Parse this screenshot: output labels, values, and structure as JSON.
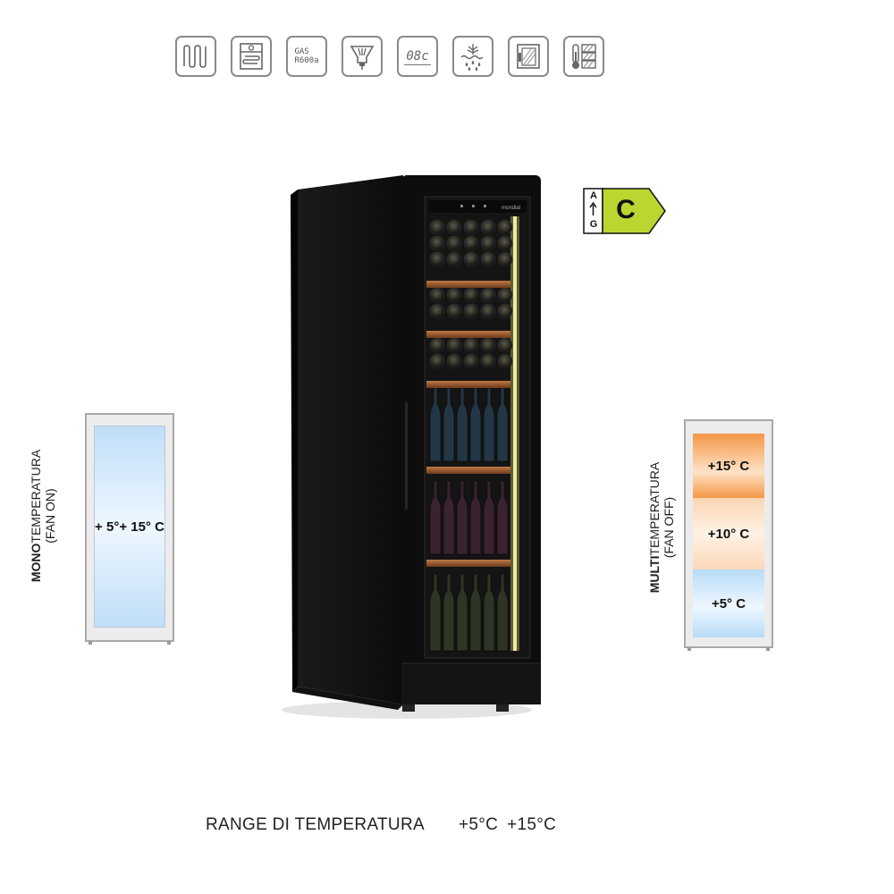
{
  "features": [
    {
      "name": "heating-element-icon"
    },
    {
      "name": "auto-defrost-icon"
    },
    {
      "name": "gas-r600a-icon",
      "line1": "GAS",
      "line2": "R600a"
    },
    {
      "name": "led-light-icon"
    },
    {
      "name": "digital-display-icon",
      "text": "08c"
    },
    {
      "name": "humidity-control-icon"
    },
    {
      "name": "glass-door-icon"
    },
    {
      "name": "multi-thermometer-icon"
    }
  ],
  "energy_label": {
    "scale_top": "A",
    "scale_bottom": "G",
    "class": "C",
    "color": "#bcd531"
  },
  "mono": {
    "label_bold": "MONO",
    "label_rest": "TEMPERATURA",
    "fan": "(FAN ON)",
    "range": "+ 5°+ 15° C",
    "color": "#c0def8"
  },
  "multi": {
    "label_bold": "MULTI",
    "label_rest": "TEMPERATURA",
    "fan": "(FAN OFF)",
    "zones": [
      "+15° C",
      "+10° C",
      "+5° C"
    ]
  },
  "range": {
    "label": "RANGE  DI TEMPERATURA",
    "min": "+5°C",
    "max": "+15°C"
  },
  "product": {
    "brand": "mondial"
  }
}
